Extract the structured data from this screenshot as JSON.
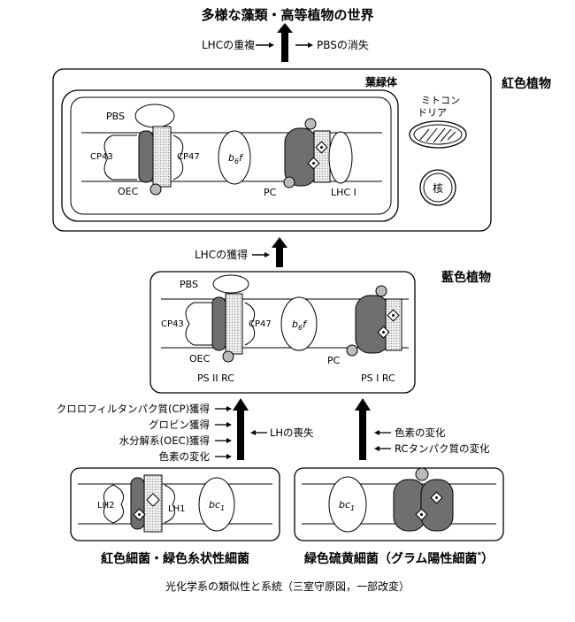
{
  "title": "多様な藻類・高等植物の世界",
  "caption": "光化学系の類似性と系統（三室守原図，一部改変）",
  "top_arrows": {
    "left": "LHCの重複",
    "right": "PBSの消失"
  },
  "red_plant": {
    "label": "紅色植物",
    "chloroplast": "葉緑体",
    "mitochondria_line1": "ミトコン",
    "mitochondria_line2": "ドリア",
    "nucleus": "核",
    "pbs": "PBS",
    "cp43": "CP43",
    "cp47": "CP47",
    "b6f_main": "b",
    "b6f_sub": "6",
    "b6f_end": "f",
    "oec": "OEC",
    "pc": "PC",
    "lhc1": "LHC I"
  },
  "middle_arrow": {
    "label": "LHCの獲得"
  },
  "cyano": {
    "label": "藍色植物",
    "pbs": "PBS",
    "cp43": "CP43",
    "cp47": "CP47",
    "b6f_main": "b",
    "b6f_sub": "6",
    "b6f_end": "f",
    "oec": "OEC",
    "pc": "PC",
    "ps2": "PS II RC",
    "ps1": "PS I RC"
  },
  "left_changes": [
    "クロロフィルタンパク質(CP)獲得",
    "グロビン獲得",
    "水分解系(OEC)獲得",
    "色素の変化"
  ],
  "left_loss": "LHの喪失",
  "right_changes": [
    "色素の変化",
    "RCタンパク質の変化"
  ],
  "purple": {
    "label": "紅色細菌・緑色糸状性細菌",
    "lh2": "LH2",
    "lh1": "LH1",
    "bc_main": "bc",
    "bc_sub": "1"
  },
  "green_sulfur": {
    "label": "緑色硫黄細菌（グラム陽性細菌",
    "label_mark": "*",
    "label_end": "）",
    "bc_main": "bc",
    "bc_sub": "1"
  },
  "colors": {
    "dark_gray": "#6f6f6f",
    "mid_gray": "#8a8a8a",
    "light_gray": "#d8d8d8",
    "dotted": "#e6e6e6"
  }
}
